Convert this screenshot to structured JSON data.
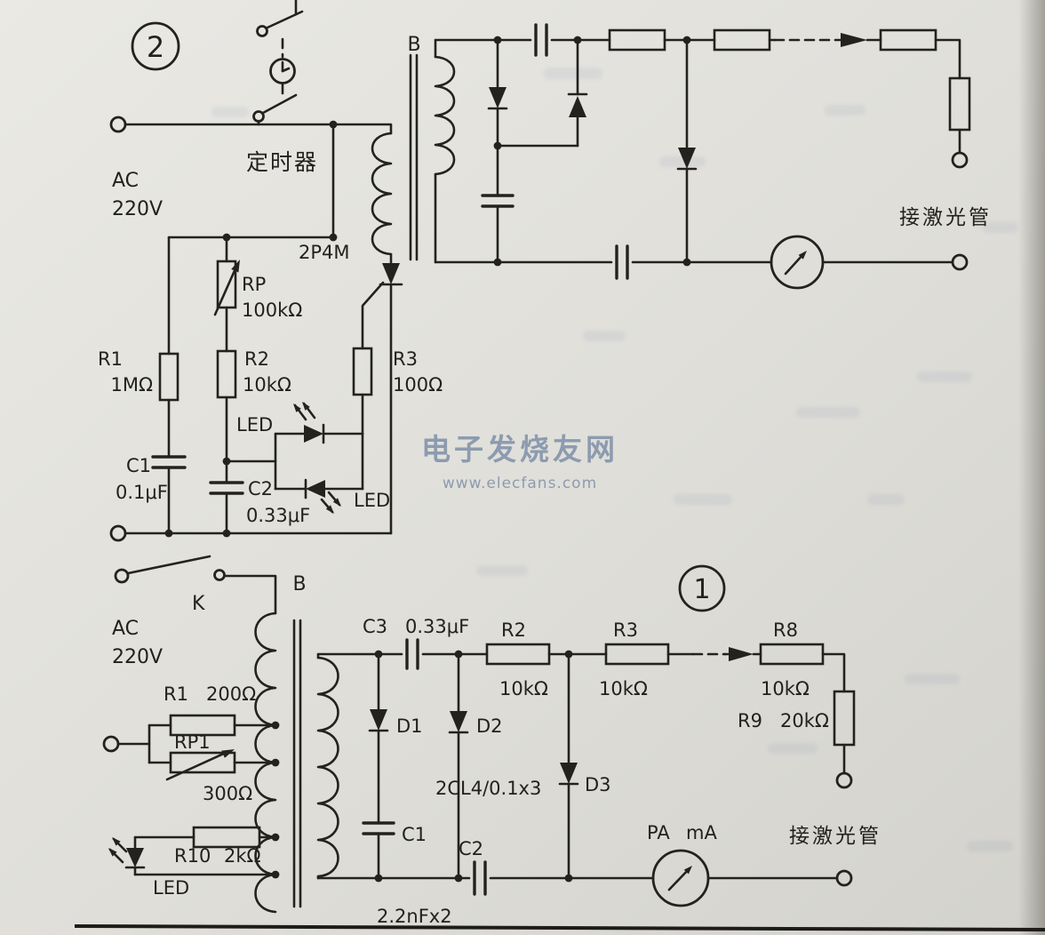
{
  "watermark": {
    "title": "电子发烧友网",
    "url": "www.elecfans.com"
  },
  "top": {
    "badge": "2",
    "timer": "定时器",
    "ac1": "AC",
    "ac2": "220V",
    "xfmr": "B",
    "rp": "RP",
    "rp_v": "100kΩ",
    "r1": "R1",
    "r1_v": "1MΩ",
    "r2": "R2",
    "r2_v": "10kΩ",
    "led_a": "LED",
    "led_b": "LED",
    "scr": "2P4M",
    "r3": "R3",
    "r3_v": "100Ω",
    "c1": "C1",
    "c1_v": "0.1μF",
    "c2": "C2",
    "c2_v": "0.33μF",
    "laser": "接激光管"
  },
  "bottom": {
    "badge": "1",
    "ac1": "AC",
    "ac2": "220V",
    "k": "K",
    "xfmr": "B",
    "r1": "R1",
    "r1_v": "200Ω",
    "rp1": "RP1",
    "rp1_v": "300Ω",
    "r10": "R10",
    "r10_v": "2kΩ",
    "led": "LED",
    "c3": "C3",
    "c3_v": "0.33μF",
    "r2": "R2",
    "r2_v": "10kΩ",
    "r3": "R3",
    "r3_v": "10kΩ",
    "r8": "R8",
    "r8_v": "10kΩ",
    "r9": "R9",
    "r9_v": "20kΩ",
    "d1": "D1",
    "d2": "D2",
    "d3": "D3",
    "dmodel": "2CL4/0.1x3",
    "c1": "C1",
    "c2": "C2",
    "c_v": "2.2nFx2",
    "meter_pa": "PA",
    "meter_ma": "mA",
    "laser": "接激光管"
  }
}
